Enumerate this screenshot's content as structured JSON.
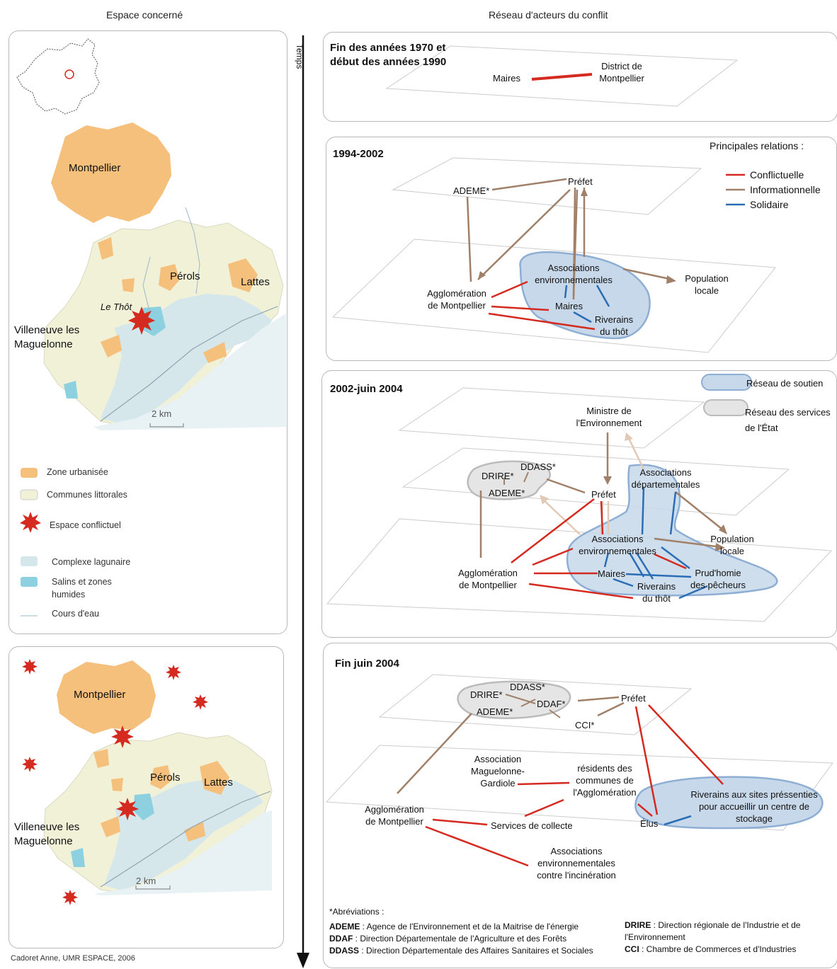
{
  "left_title": "Espace concerné",
  "right_title": "Réseau d'acteurs du conflit",
  "time_label": "Temps",
  "map1": {
    "cities": {
      "montpellier": "Montpellier",
      "perols": "Pérols",
      "lattes": "Lattes",
      "le_thot": "Le Thôt",
      "villeneuve": "Villeneuve les",
      "maguelonne": "Maguelonne"
    },
    "scale": "2 km"
  },
  "map_legend": {
    "urbanisee": "Zone urbanisée",
    "communes": "Communes littorales",
    "conflictuel": "Espace conflictuel",
    "lagunaire": "Complexe lagunaire",
    "salins_1": "Salins et zones",
    "salins_2": "humides",
    "cours": "Cours d'eau"
  },
  "map2": {
    "cities": {
      "montpellier": "Montpellier",
      "perols": "Pérols",
      "lattes": "Lattes",
      "villeneuve": "Villeneuve les",
      "maguelonne": "Maguelonne"
    },
    "scale": "2 km"
  },
  "credit": "Cadoret Anne, UMR ESPACE, 2006",
  "colors": {
    "conflictuelle": "#d42a1f",
    "informationnelle": "#a08068",
    "solidaire": "#2a6db5",
    "urban": "#f5bf7c",
    "communes": "#f1f1d8",
    "lagoon": "#d6e7ec",
    "salins": "#8dd0e0",
    "star": "#d42a1f"
  },
  "panel1": {
    "title_1": "Fin des années 1970 et",
    "title_2": "début des années 1990",
    "maires": "Maires",
    "district_1": "District de",
    "district_2": "Montpellier"
  },
  "panel2": {
    "title": "1994-2002",
    "relations_title": "Principales relations :",
    "rel_conflictuelle": "Conflictuelle",
    "rel_informationnelle": "Informationnelle",
    "rel_solidaire": "Solidaire",
    "ademe": "ADEME*",
    "prefet": "Préfet",
    "assoc_1": "Associations",
    "assoc_2": "environnementales",
    "population_1": "Population",
    "population_2": "locale",
    "agglo_1": "Agglomération",
    "agglo_2": "de Montpellier",
    "maires": "Maires",
    "riverains_1": "Riverains",
    "riverains_2": "du thôt"
  },
  "panel3": {
    "title": "2002-juin 2004",
    "soutien": "Réseau de soutien",
    "etat_1": "Réseau des services",
    "etat_2": "de l'État",
    "ministre_1": "Ministre de",
    "ministre_2": "l'Environnement",
    "ddass": "DDASS*",
    "drire": "DRIRE*",
    "ademe": "ADEME*",
    "prefet": "Préfet",
    "assoc_dep_1": "Associations",
    "assoc_dep_2": "départementales",
    "assoc_env_1": "Associations",
    "assoc_env_2": "environnementales",
    "population_1": "Population",
    "population_2": "locale",
    "agglo_1": "Agglomération",
    "agglo_2": "de Montpellier",
    "maires": "Maires",
    "riverains_1": "Riverains",
    "riverains_2": "du thôt",
    "prudhomie_1": "Prud'homie",
    "prudhomie_2": "des pêcheurs"
  },
  "panel4": {
    "title": "Fin juin 2004",
    "ddass": "DDASS*",
    "drire": "DRIRE*",
    "ademe": "ADEME*",
    "ddaf": "DDAF*",
    "cci": "CCI*",
    "prefet": "Préfet",
    "asso_mag_1": "Association",
    "asso_mag_2": "Maguelonne-",
    "asso_mag_3": "Gardiole",
    "residents_1": "résidents des",
    "residents_2": "communes de",
    "residents_3": "l'Agglomération",
    "riverains_1": "Riverains aux sites préssenties",
    "riverains_2": "pour accueillir un centre de",
    "riverains_3": "stockage",
    "agglo_1": "Agglomération",
    "agglo_2": "de Montpellier",
    "services": "Services de collecte",
    "elus": "Élus",
    "assoc_1": "Associations",
    "assoc_2": "environnementales",
    "assoc_3": "contre l'incinération"
  },
  "abbreviations": {
    "title": "*Abréviations :",
    "ademe_key": "ADEME",
    "ademe_val": " : Agence de l'Environnement et de la Maitrise de l'énergie",
    "ddaf_key": "DDAF",
    "ddaf_val": " : Direction Départementale de l'Agriculture et des Forêts",
    "ddass_key": "DDASS",
    "ddass_val": " : Direction Départementale des Affaires Sanitaires et Sociales",
    "drire_key": "DRIRE",
    "drire_val": " : Direction régionale de l'Industrie et de",
    "drire_val_2": "l'Environnement",
    "cci_key": "CCI",
    "cci_val": " : Chambre de Commerces et d'Industries"
  }
}
